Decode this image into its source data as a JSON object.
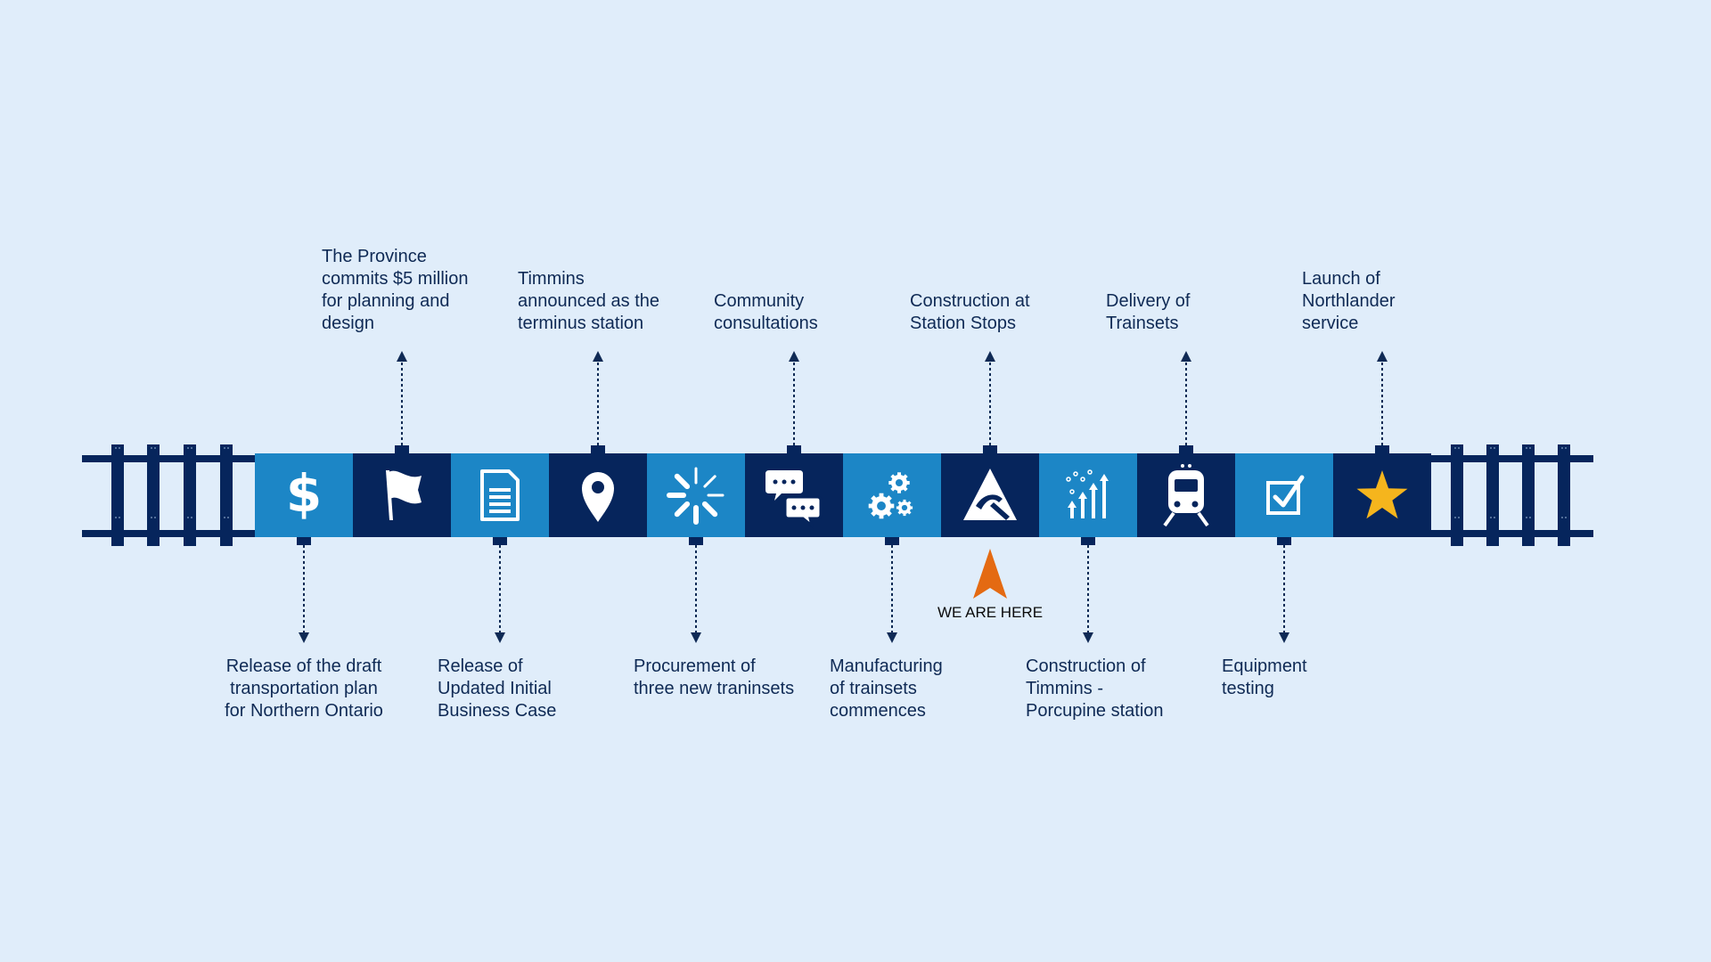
{
  "colors": {
    "background": "#E0EDFA",
    "navy": "#06255C",
    "blue": "#1C86C6",
    "text": "#0F2A55",
    "star": "#F5B51D",
    "marker": "#E46A12"
  },
  "milestones": [
    {
      "icon": "dollar-icon",
      "side": "bottom",
      "tile": "blue",
      "label": "Release of the draft\ntransportation plan\nfor Northern Ontario"
    },
    {
      "icon": "flag-icon",
      "side": "top",
      "tile": "navy",
      "label": "The Province\ncommits $5 million\nfor planning and\ndesign"
    },
    {
      "icon": "document-icon",
      "side": "bottom",
      "tile": "blue",
      "label": "Release of\nUpdated Initial\nBusiness Case"
    },
    {
      "icon": "location-pin-icon",
      "side": "top",
      "tile": "navy",
      "label": "Timmins\nannounced as the\nterminus station"
    },
    {
      "icon": "loading-icon",
      "side": "bottom",
      "tile": "blue",
      "label": "Procurement of\nthree new traninsets"
    },
    {
      "icon": "chat-bubbles-icon",
      "side": "top",
      "tile": "navy",
      "label": "Community\nconsultations"
    },
    {
      "icon": "gears-icon",
      "side": "bottom",
      "tile": "blue",
      "label": "Manufacturing\nof trainsets\ncommences"
    },
    {
      "icon": "construction-icon",
      "side": "top",
      "tile": "navy",
      "label": "Construction at\nStation Stops"
    },
    {
      "icon": "growth-arrows-icon",
      "side": "bottom",
      "tile": "blue",
      "label": "Construction of\nTimmins -\nPorcupine station"
    },
    {
      "icon": "train-icon",
      "side": "top",
      "tile": "navy",
      "label": "Delivery of\nTrainsets"
    },
    {
      "icon": "checkbox-icon",
      "side": "bottom",
      "tile": "blue",
      "label": "Equipment\ntesting"
    },
    {
      "icon": "star-icon",
      "side": "top",
      "tile": "navy",
      "label": "Launch of\nNorthlander\nservice"
    }
  ],
  "current_marker": {
    "milestone_index": 7,
    "text": "WE ARE HERE",
    "icon": "arrow-up-icon"
  }
}
